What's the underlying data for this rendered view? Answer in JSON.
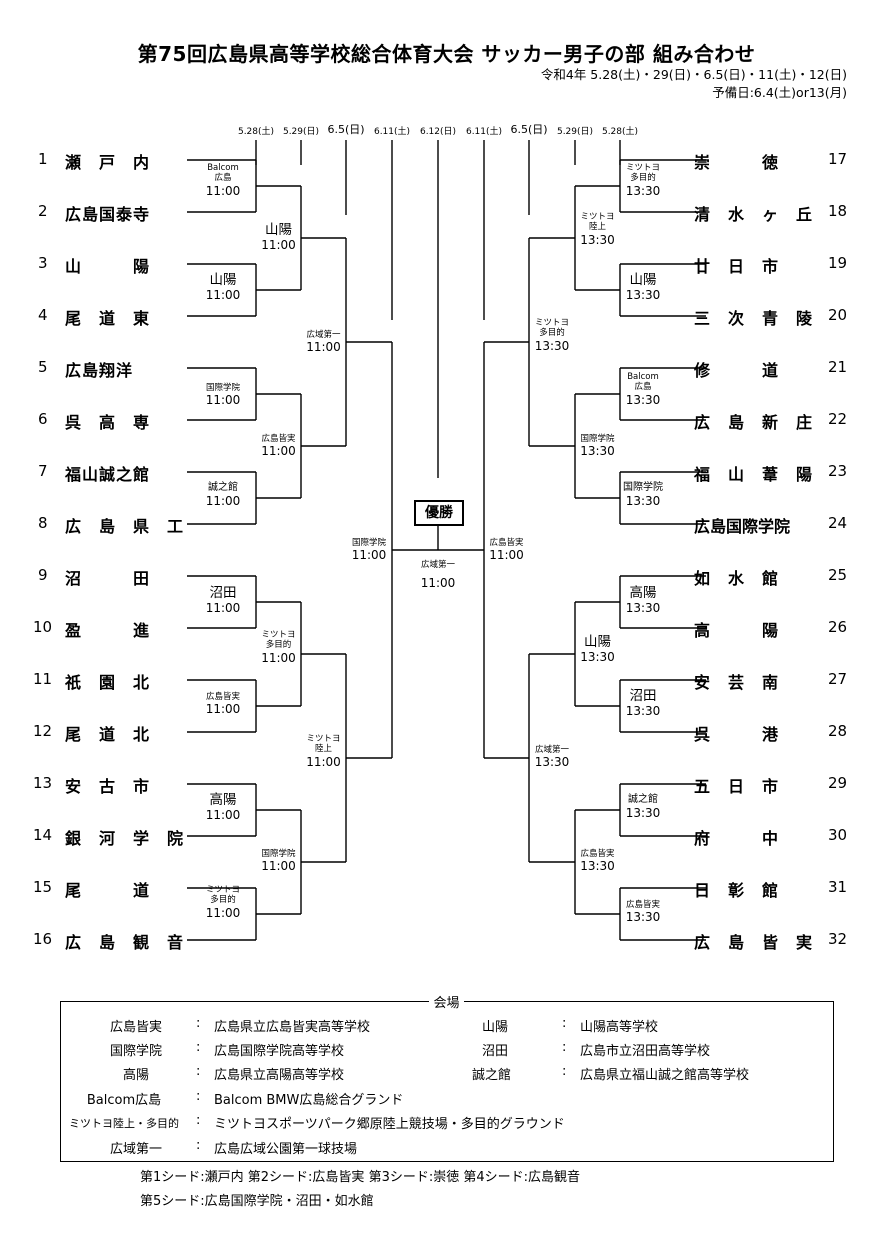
{
  "header": {
    "title": "第75回広島県高等学校総合体育大会 サッカー男子の部 組み合わせ",
    "dates": "令和4年 5.28(土)・29(日)・6.5(日)・11(土)・12(日)",
    "reserve": "予備日:6.4(土)or13(月)"
  },
  "round_dates": [
    "5.28(土)",
    "5.29(日)",
    "6.5(日)",
    "6.11(土)",
    "6.12(日)",
    "6.11(土)",
    "6.5(日)",
    "5.29(日)",
    "5.28(土)"
  ],
  "teams": [
    {
      "num": "1",
      "name": "瀬　戸　内"
    },
    {
      "num": "2",
      "name": "広島国泰寺"
    },
    {
      "num": "3",
      "name": "山　　　陽"
    },
    {
      "num": "4",
      "name": "尾　道　東"
    },
    {
      "num": "5",
      "name": "広島翔洋"
    },
    {
      "num": "6",
      "name": "呉　高　専"
    },
    {
      "num": "7",
      "name": "福山誠之館"
    },
    {
      "num": "8",
      "name": "広　島　県　工"
    },
    {
      "num": "9",
      "name": "沼　　　田"
    },
    {
      "num": "10",
      "name": "盈　　　進"
    },
    {
      "num": "11",
      "name": "祇　園　北"
    },
    {
      "num": "12",
      "name": "尾　道　北"
    },
    {
      "num": "13",
      "name": "安　古　市"
    },
    {
      "num": "14",
      "name": "銀　河　学　院"
    },
    {
      "num": "15",
      "name": "尾　　　道"
    },
    {
      "num": "16",
      "name": "広　島　観　音"
    },
    {
      "num": "17",
      "name": "崇　　　徳"
    },
    {
      "num": "18",
      "name": "清　水　ヶ　丘"
    },
    {
      "num": "19",
      "name": "廿　日　市"
    },
    {
      "num": "20",
      "name": "三　次　青　陵"
    },
    {
      "num": "21",
      "name": "修　　　道"
    },
    {
      "num": "22",
      "name": "広　島　新　庄"
    },
    {
      "num": "23",
      "name": "福　山　葦　陽"
    },
    {
      "num": "24",
      "name": "広島国際学院"
    },
    {
      "num": "25",
      "name": "如　水　館"
    },
    {
      "num": "26",
      "name": "高　　　陽"
    },
    {
      "num": "27",
      "name": "安　芸　南"
    },
    {
      "num": "28",
      "name": "呉　　　港"
    },
    {
      "num": "29",
      "name": "五　日　市"
    },
    {
      "num": "30",
      "name": "府　　　中"
    },
    {
      "num": "31",
      "name": "日　彰　館"
    },
    {
      "num": "32",
      "name": "広　島　皆　実"
    }
  ],
  "matches": [
    {
      "venue": "Balcom\n広島",
      "time": "11:00"
    },
    {
      "venue": "山陽",
      "time": "11:00"
    },
    {
      "venue": "国際学院",
      "time": "11:00"
    },
    {
      "venue": "誠之館",
      "time": "11:00"
    },
    {
      "venue": "沼田",
      "time": "11:00"
    },
    {
      "venue": "広島皆実",
      "time": "11:00"
    },
    {
      "venue": "高陽",
      "time": "11:00"
    },
    {
      "venue": "ミツトヨ\n多目的",
      "time": "11:00"
    },
    {
      "venue": "山陽",
      "time": "11:00"
    },
    {
      "venue": "広島皆実",
      "time": "11:00"
    },
    {
      "venue": "ミツトヨ\n多目的",
      "time": "11:00"
    },
    {
      "venue": "国際学院",
      "time": "11:00"
    },
    {
      "venue": "広域第一",
      "time": "11:00"
    },
    {
      "venue": "ミツトヨ\n陸上",
      "time": "11:00"
    },
    {
      "venue": "国際学院",
      "time": "11:00"
    },
    {
      "venue": "ミツトヨ\n多目的",
      "time": "13:30"
    },
    {
      "venue": "山陽",
      "time": "13:30"
    },
    {
      "venue": "Balcom\n広島",
      "time": "13:30"
    },
    {
      "venue": "国際学院",
      "time": "13:30"
    },
    {
      "venue": "高陽",
      "time": "13:30"
    },
    {
      "venue": "沼田",
      "time": "13:30"
    },
    {
      "venue": "誠之館",
      "time": "13:30"
    },
    {
      "venue": "広島皆実",
      "time": "13:30"
    },
    {
      "venue": "ミツトヨ\n陸上",
      "time": "13:30"
    },
    {
      "venue": "国際学院",
      "time": "13:30"
    },
    {
      "venue": "山陽",
      "time": "13:30"
    },
    {
      "venue": "広島皆実",
      "time": "13:30"
    },
    {
      "venue": "ミツトヨ\n多目的",
      "time": "13:30"
    },
    {
      "venue": "広域第一",
      "time": "13:30"
    },
    {
      "venue": "広島皆実",
      "time": "11:00"
    },
    {
      "venue": "広域第一",
      "time": "11:00"
    }
  ],
  "champion_label": "優勝",
  "venues": {
    "header": "会場",
    "rows": [
      {
        "abbr": "広島皆実",
        "full": "広島県立広島皆実高等学校",
        "abbr2": "山陽",
        "full2": "山陽高等学校"
      },
      {
        "abbr": "国際学院",
        "full": "広島国際学院高等学校",
        "abbr2": "沼田",
        "full2": "広島市立沼田高等学校"
      },
      {
        "abbr": "高陽",
        "full": "広島県立高陽高等学校",
        "abbr2": "誠之館",
        "full2": "広島県立福山誠之館高等学校"
      },
      {
        "abbr": "Balcom広島",
        "full": "Balcom BMW広島総合グランド"
      },
      {
        "abbr": "ミツトヨ陸上・多目的",
        "full": "ミツトヨスポーツパーク郷原陸上競技場・多目的グラウンド"
      },
      {
        "abbr": "広域第一",
        "full": "広島広域公園第一球技場"
      }
    ],
    "colon": ":"
  },
  "seeds": {
    "line1": "第1シード:瀬戸内 第2シード:広島皆実 第3シード:崇徳 第4シード:広島観音",
    "line2": "第5シード:広島国際学院・沼田・如水館"
  }
}
